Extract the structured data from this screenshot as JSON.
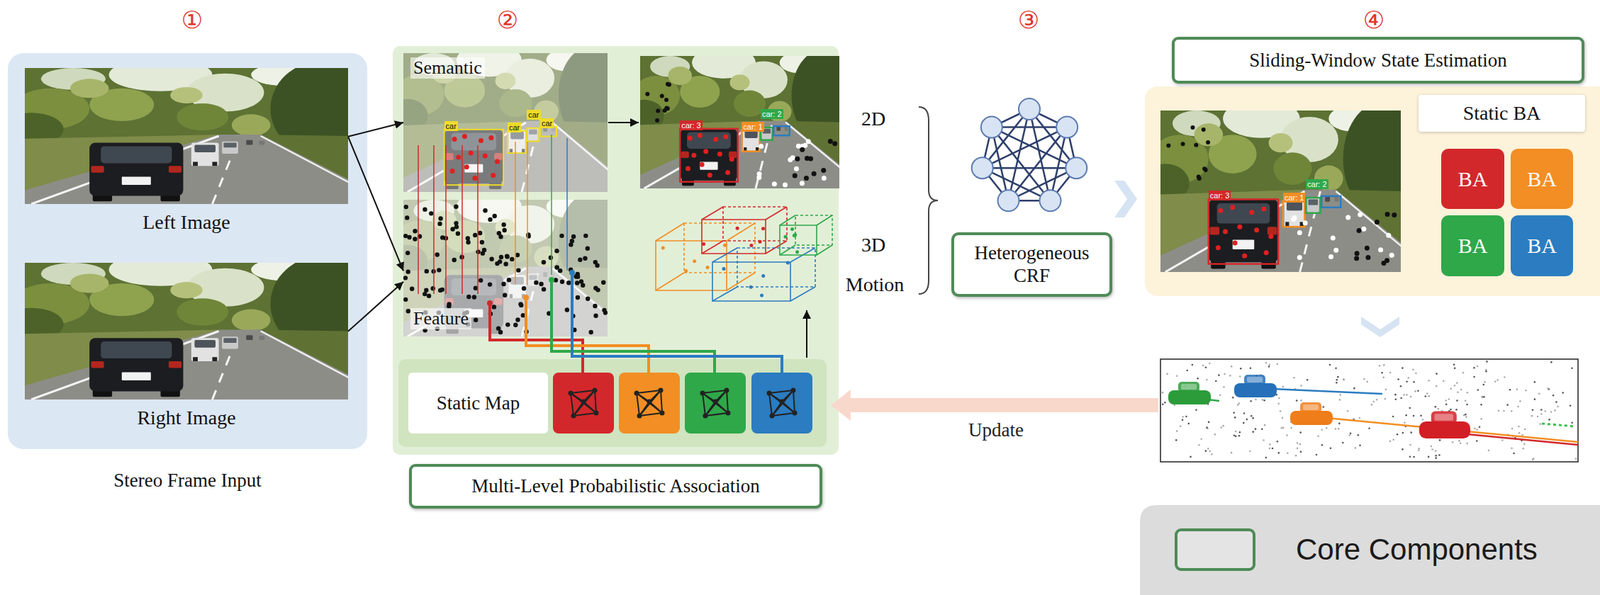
{
  "diagram": {
    "nodes": [
      {
        "text": [
          "Stereo Frame Input"
        ]
      },
      {
        "text": [
          "Left Image"
        ],
        "in": 0
      },
      {
        "text": [
          "Right Image"
        ],
        "in": 0
      },
      {
        "text": [
          "Multi-Level Probabilistic Association"
        ]
      },
      {
        "text": [
          "Semantic"
        ],
        "in": 3
      },
      {
        "text": [
          "Feature"
        ],
        "in": 3
      },
      {
        "text": [
          "Static Map"
        ],
        "in": 3
      },
      {
        "text": [
          "Heterogeneous CRF"
        ]
      },
      {
        "text": [
          "Sliding-Window State Estimation"
        ]
      },
      {
        "text": [
          "Static BA"
        ],
        "in": 8
      },
      {
        "text": [
          "BA"
        ],
        "in": 8
      },
      {
        "text": [
          "BA"
        ],
        "in": 8
      },
      {
        "text": [
          "BA"
        ],
        "in": 8
      },
      {
        "text": [
          "BA"
        ],
        "in": 8
      }
    ],
    "edges": [
      {
        "from": 1,
        "to": 4,
        "arrow": "to"
      },
      {
        "from": 1,
        "to": 5,
        "arrow": "to"
      },
      {
        "from": 2,
        "to": 5,
        "arrow": "to"
      }
    ],
    "labels": [
      "①",
      "②",
      "③",
      "④",
      "car",
      "car",
      "car",
      "car",
      "car: 3",
      "car: 1",
      "car: 2",
      "2D",
      "3D",
      "Motion",
      "car: 3",
      "car: 1",
      "car: 2",
      "Update"
    ],
    "legend": [
      {
        "text": "Core Components",
        "color": "#4e8b57"
      }
    ]
  }
}
